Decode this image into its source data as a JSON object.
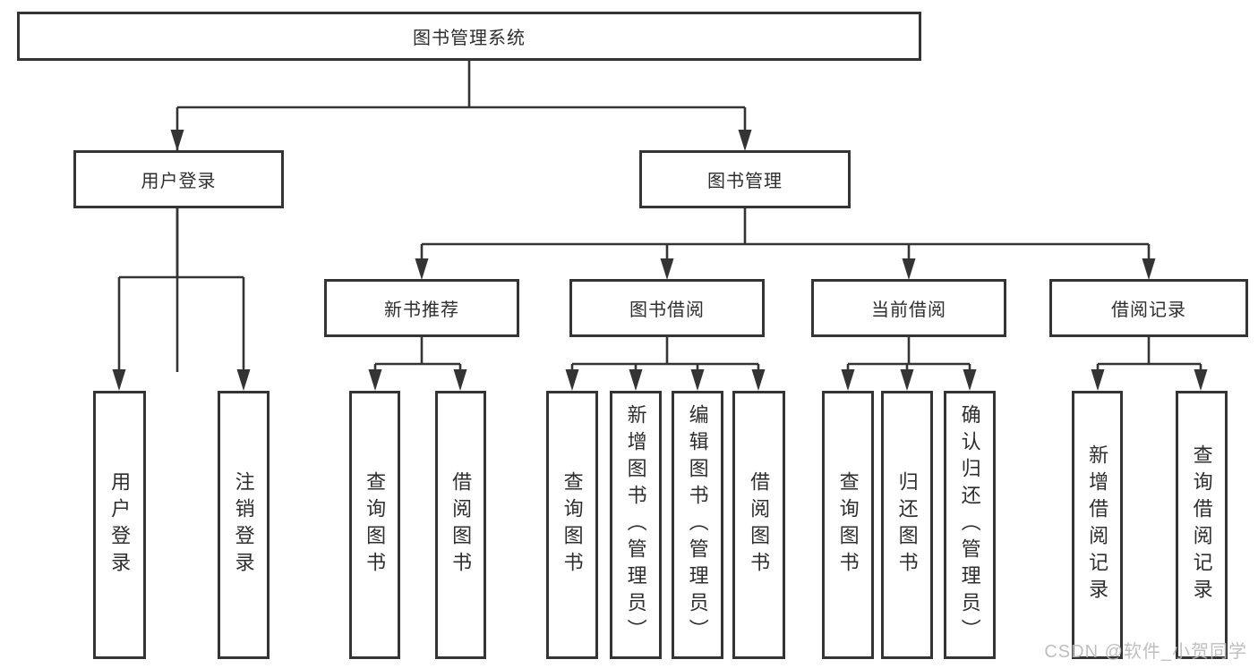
{
  "page": {
    "background": "#ffffff",
    "line_color": "#343434",
    "text_color": "#2e2e2e"
  },
  "tree": {
    "root": {
      "label": "图书管理系统"
    },
    "branches": [
      {
        "label": "用户登录",
        "children": [
          "用户登录",
          "注销登录"
        ]
      },
      {
        "label": "图书管理",
        "groups": [
          {
            "label": "新书推荐",
            "children": [
              "查询图书",
              "借阅图书"
            ]
          },
          {
            "label": "图书借阅",
            "children": [
              "查询图书",
              "新增图书（管理员）",
              "编辑图书（管理员）",
              "借阅图书"
            ]
          },
          {
            "label": "当前借阅",
            "children": [
              "查询图书",
              "归还图书",
              "确认归还（管理员）"
            ]
          },
          {
            "label": "借阅记录",
            "children": [
              "新增借阅记录",
              "查询借阅记录"
            ]
          }
        ]
      }
    ]
  },
  "watermark": {
    "text": "CSDN @软件_小贺同学",
    "color": "#b9b9b9"
  }
}
